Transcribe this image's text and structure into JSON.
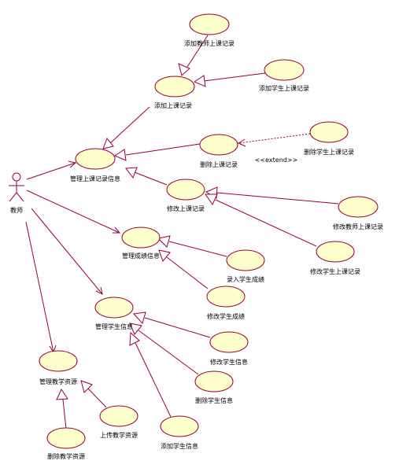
{
  "actor": {
    "label": "教师"
  },
  "use_cases": {
    "add_teacher_record": "添加教师上课记录",
    "add_student_record": "添加学生上课记录",
    "add_record": "添加上课记录",
    "delete_student_record": "删除学生上课记录",
    "delete_record": "删除上课记录",
    "manage_record": "管理上课记录信息",
    "modify_record": "修改上课记录",
    "modify_teacher_record": "修改教师上课记录",
    "modify_student_record": "修改学生上课记录",
    "manage_grades": "管理成绩信息",
    "enter_grades": "录入学生成绩",
    "modify_grades": "修改学生成绩",
    "manage_student_info": "管理学生信息",
    "modify_student_info": "修改学生信息",
    "delete_student_info": "删除学生信息",
    "add_student_info": "添加学生信息",
    "manage_resources": "管理教学资源",
    "upload_resources": "上传教学资源",
    "delete_resources": "删除教学资源"
  },
  "stereotypes": {
    "extend": "<<extend>>"
  },
  "colors": {
    "line": "#990033",
    "fill": "#ffffcc"
  }
}
